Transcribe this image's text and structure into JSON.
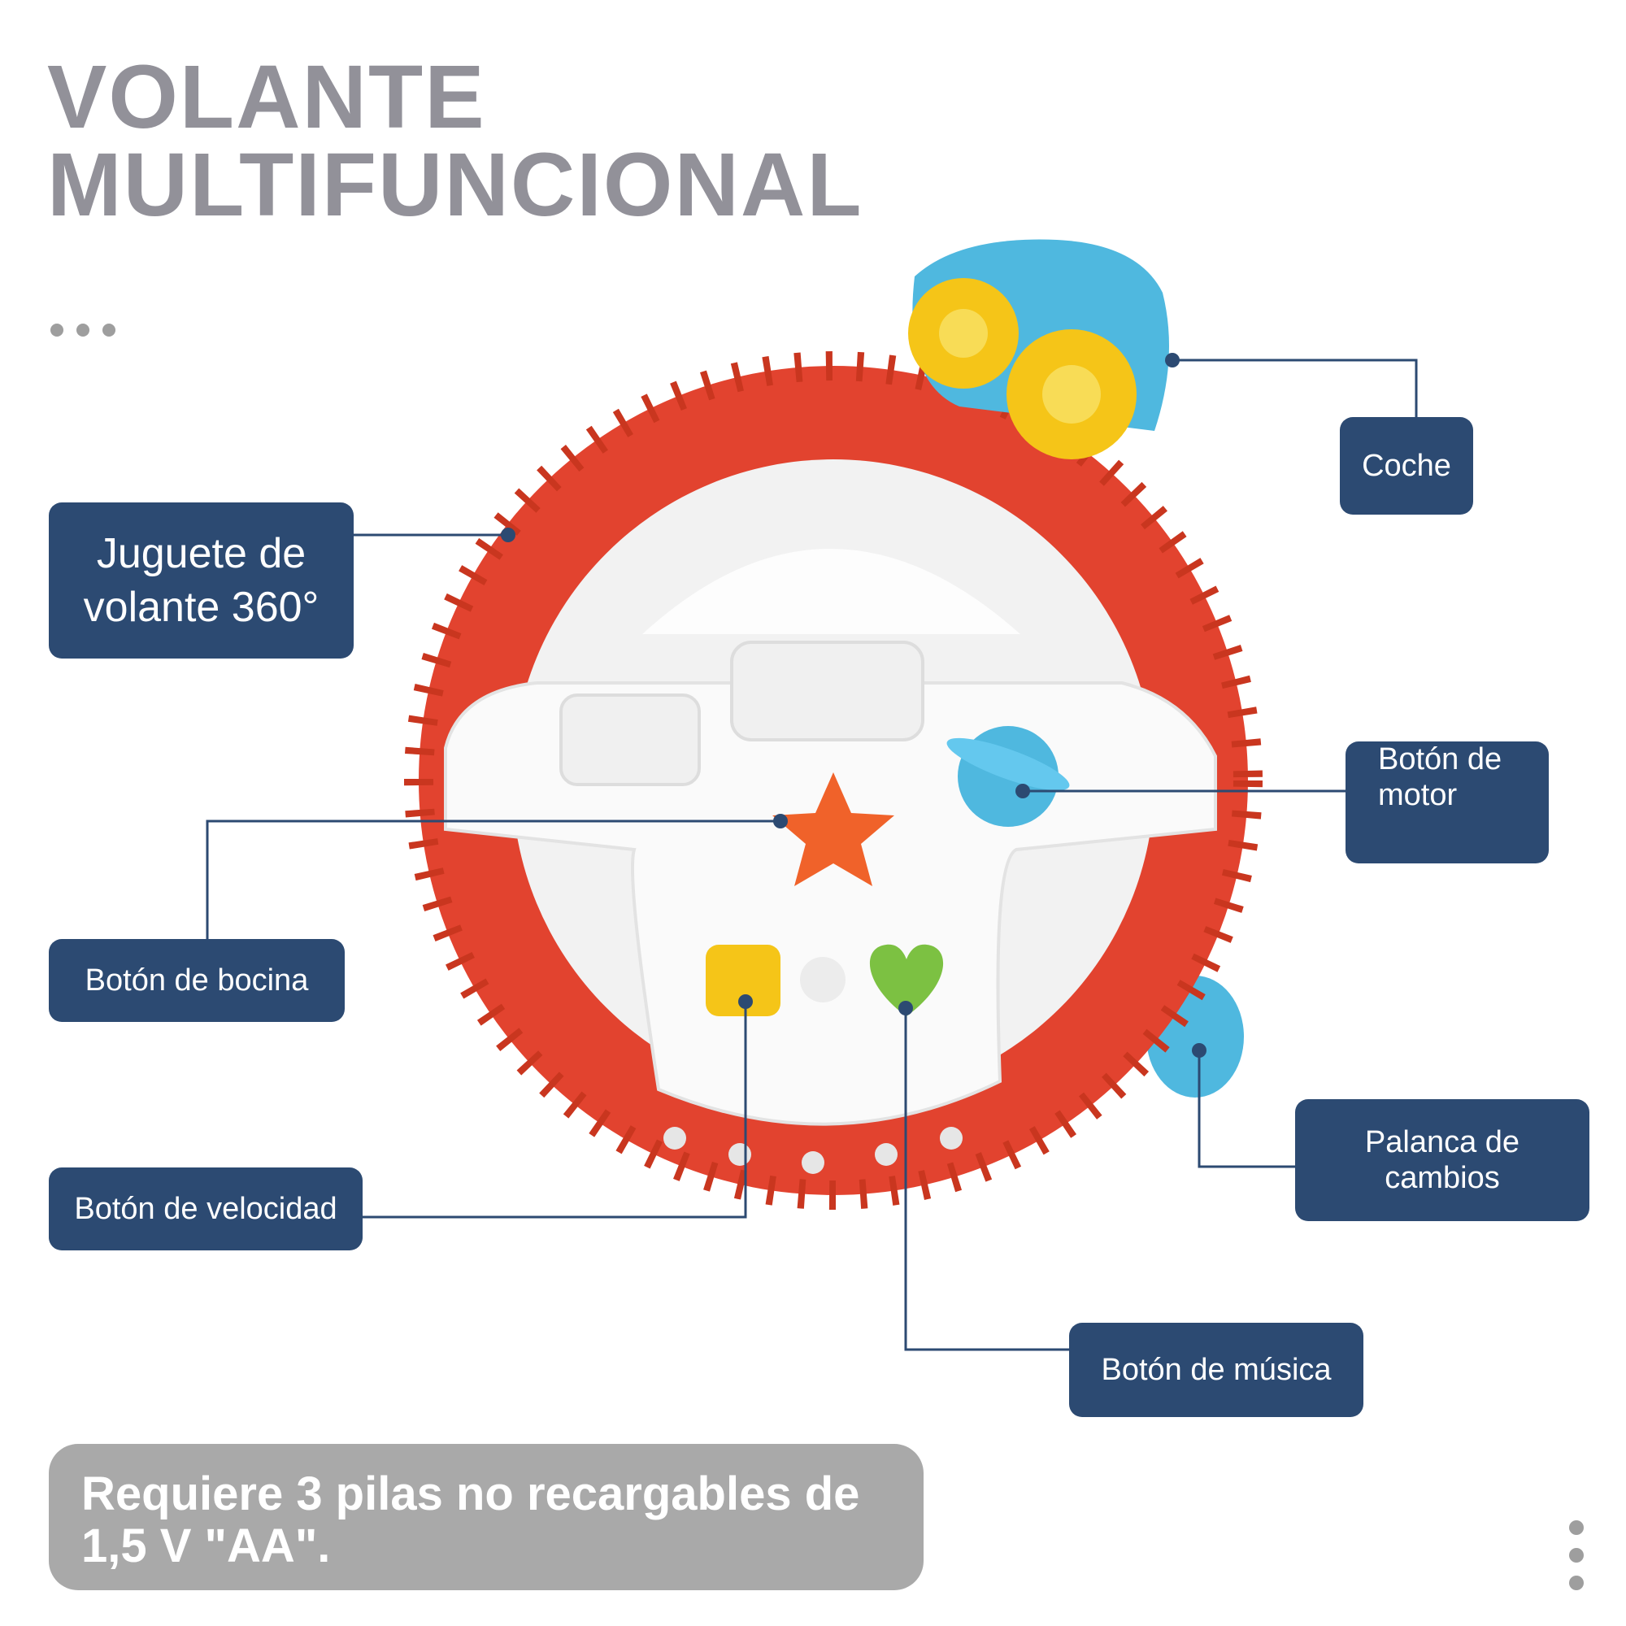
{
  "title": {
    "line1": "VOLANTE",
    "line2": "MULTIFUNCIONAL"
  },
  "callouts": {
    "coche": "Coche",
    "juguete_line1": "Juguete de",
    "juguete_line2": "volante 360°",
    "motor_line1": "Botón de",
    "motor_line2": "motor",
    "bocina": "Botón de bocina",
    "palanca_line1": "Palanca de",
    "palanca_line2": "cambios",
    "velocidad": "Botón de velocidad",
    "musica": "Botón de música"
  },
  "note": {
    "line1": "Requiere 3 pilas no recargables de",
    "line2": "1,5 V \"AA\"."
  },
  "colors": {
    "callout_bg": "#2c4a72",
    "title": "#929199",
    "wheel_red": "#e2432f",
    "note_bg": "#a9a9a9",
    "toy_blue": "#4fb8df",
    "toy_yellow": "#f5c518",
    "horn_orange": "#f0622a",
    "music_green": "#7cc142"
  }
}
